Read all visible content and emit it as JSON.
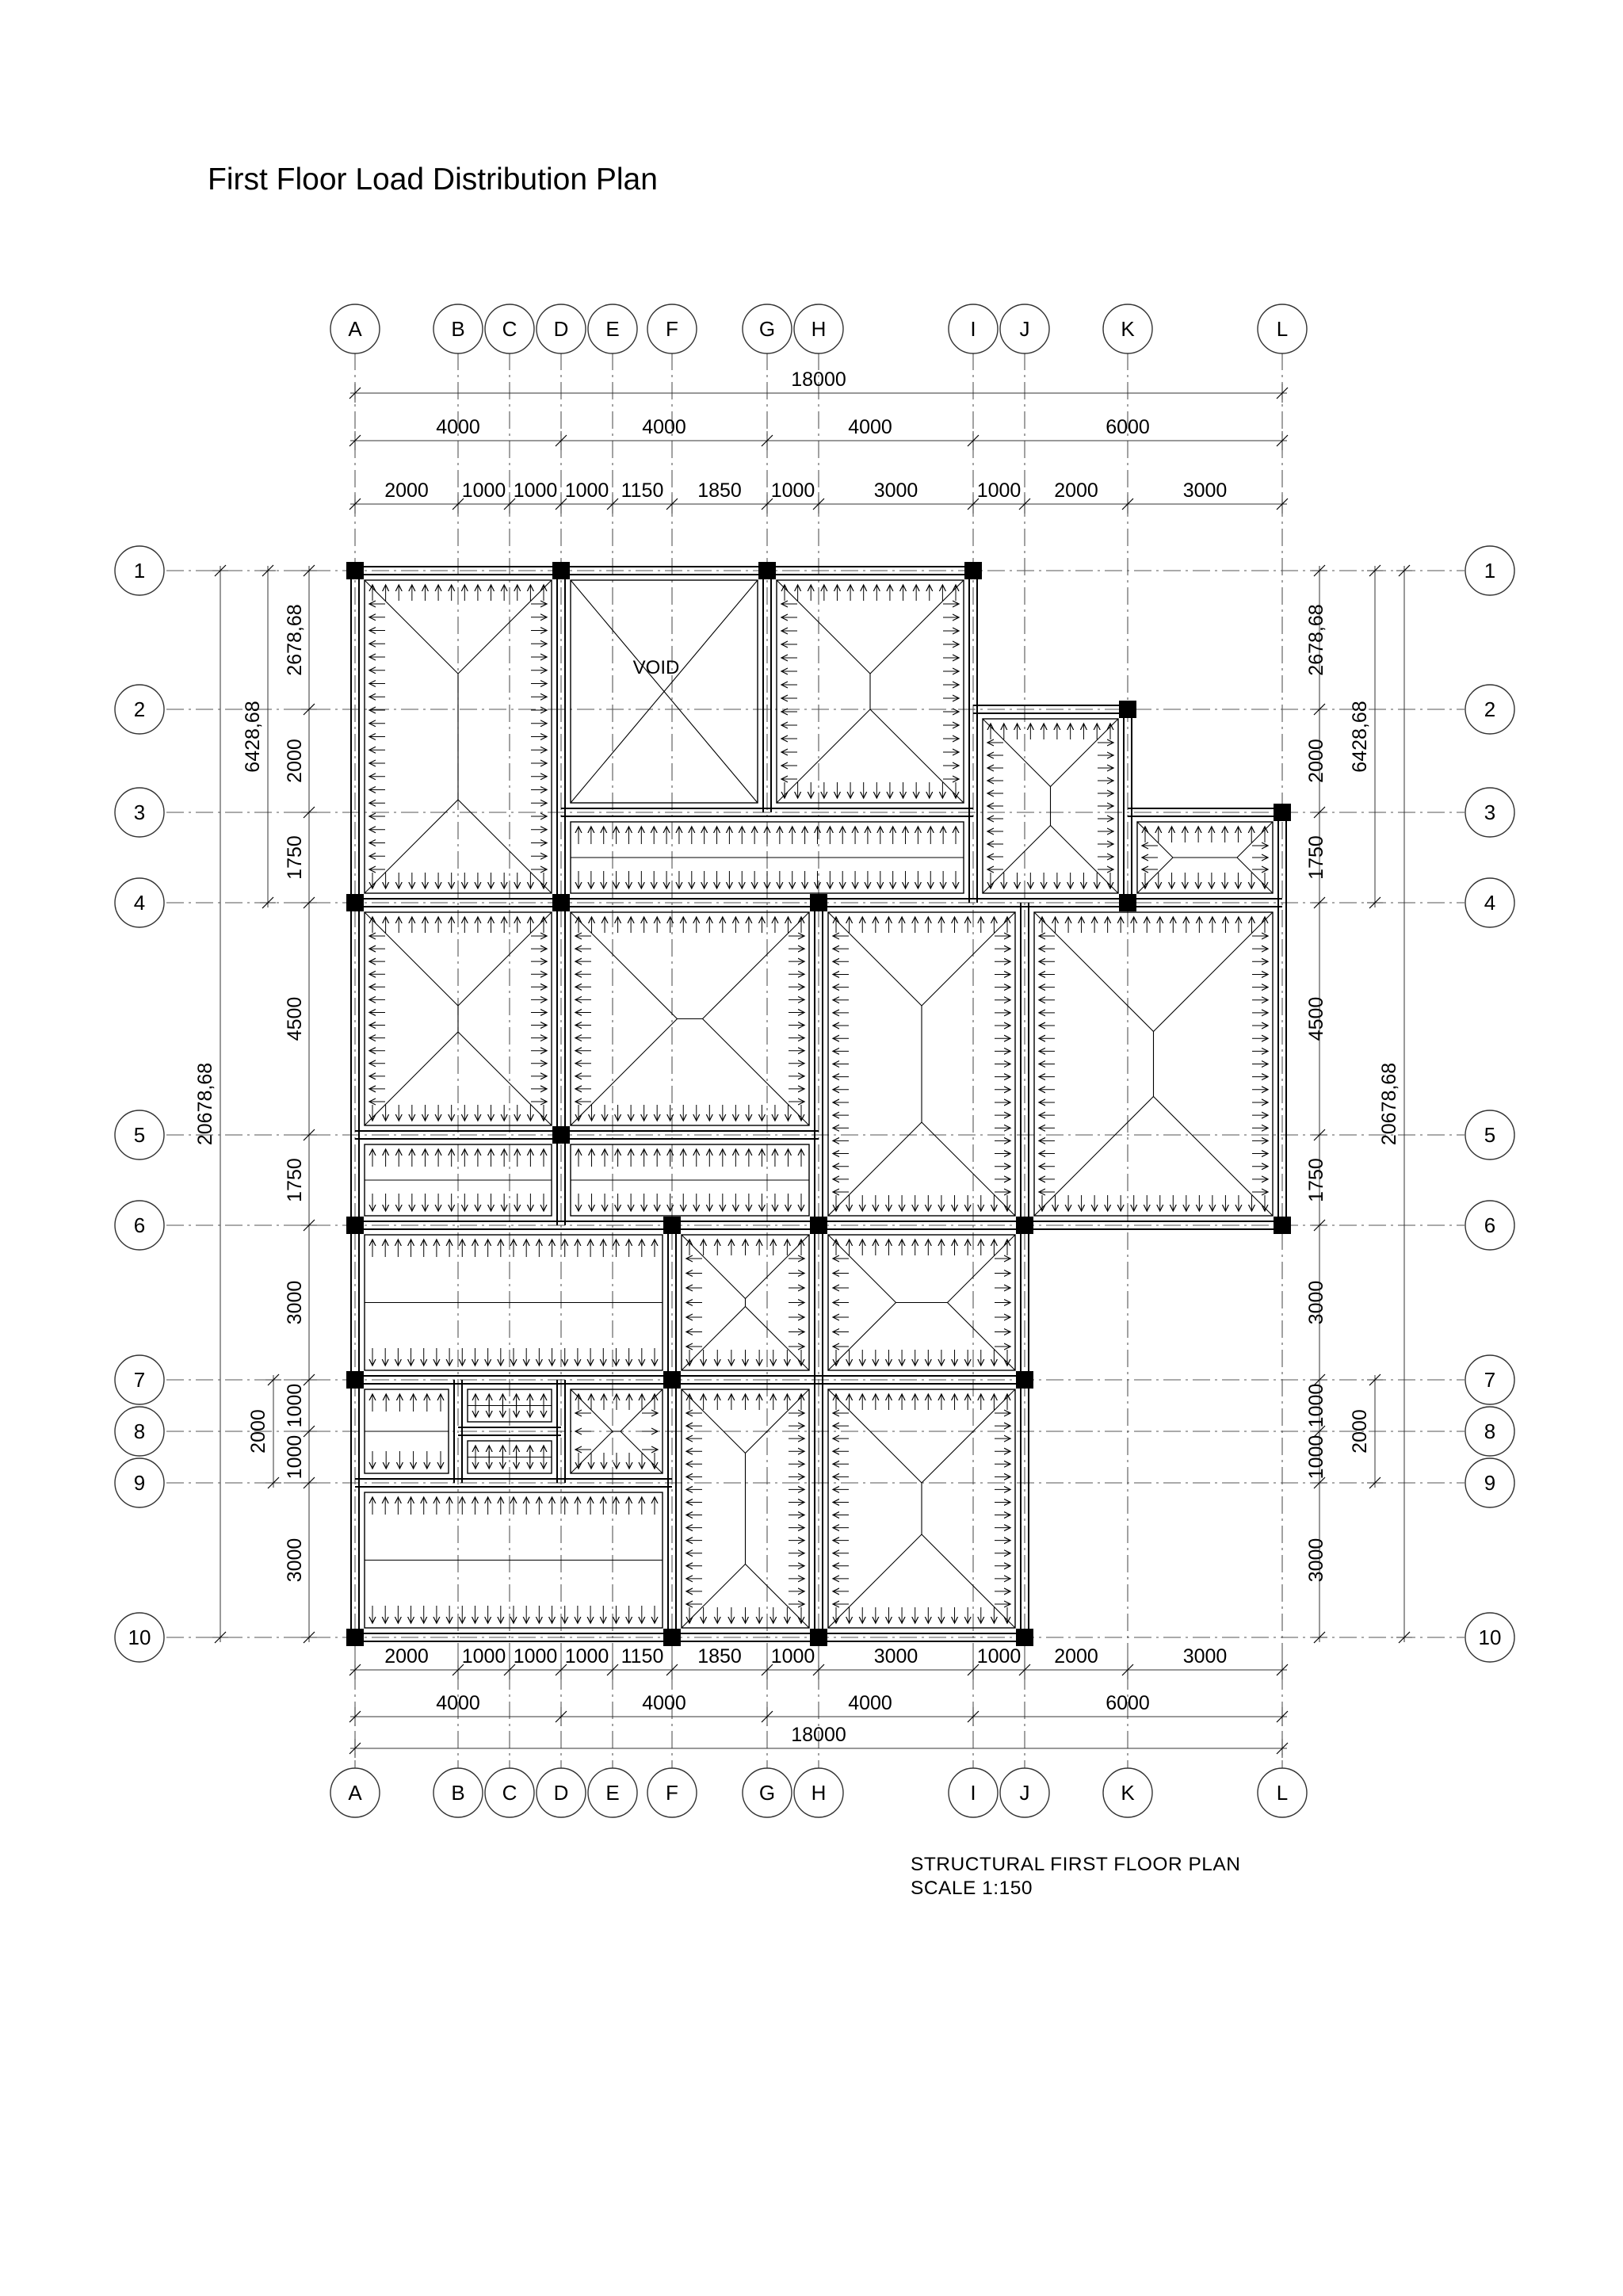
{
  "title": "First Floor Load Distribution Plan",
  "notes": {
    "plan_name": "STRUCTURAL FIRST FLOOR PLAN",
    "scale": "SCALE 1:150"
  },
  "void_label": "VOID",
  "grid": {
    "columns": [
      "A",
      "B",
      "C",
      "D",
      "E",
      "F",
      "G",
      "H",
      "I",
      "J",
      "K",
      "L"
    ],
    "rows": [
      "1",
      "2",
      "3",
      "4",
      "5",
      "6",
      "7",
      "8",
      "9",
      "10"
    ]
  },
  "dimensions": {
    "top_total": "18000",
    "top_bays": [
      "4000",
      "4000",
      "4000",
      "6000"
    ],
    "top_spans": [
      "2000",
      "1000",
      "1000",
      "1000",
      "1150",
      "1850",
      "1000",
      "3000",
      "1000",
      "2000",
      "3000"
    ],
    "bottom_total": "18000",
    "bottom_bays": [
      "4000",
      "4000",
      "4000",
      "6000"
    ],
    "bottom_spans": [
      "2000",
      "1000",
      "1000",
      "1000",
      "1150",
      "1850",
      "1000",
      "3000",
      "1000",
      "2000",
      "3000"
    ],
    "left_total": "20678,68",
    "left_group": "6428,68",
    "left_group2": "2000",
    "left_spans": [
      "2678,68",
      "2000",
      "1750",
      "4500",
      "1750",
      "3000",
      "1000",
      "1000",
      "3000"
    ],
    "right_total": "20678,68",
    "right_group": "6428,68",
    "right_group2": "2000",
    "right_spans": [
      "2678,68",
      "2000",
      "1750",
      "4500",
      "1750",
      "3000",
      "1000",
      "1000",
      "3000"
    ]
  },
  "colors": {
    "line": "#000000",
    "grid_line": "#555555",
    "bubble": "#333333"
  }
}
